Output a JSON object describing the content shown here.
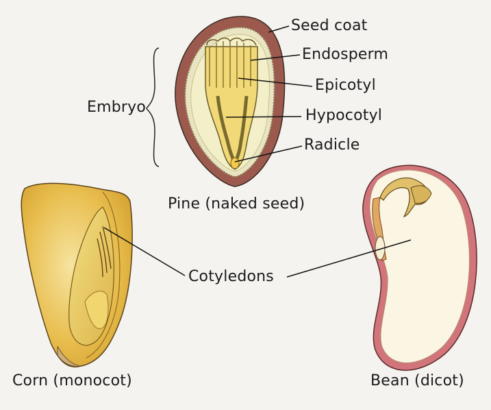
{
  "labels": {
    "seed_coat": "Seed coat",
    "endosperm": "Endosperm",
    "epicotyl": "Epicotyl",
    "hypocotyl": "Hypocotyl",
    "radicle": "Radicle",
    "embryo": "Embryo",
    "cotyledons": "Cotyledons"
  },
  "captions": {
    "pine": "Pine (naked seed)",
    "corn": "Corn (monocot)",
    "bean": "Bean (dicot)"
  },
  "colors": {
    "background": "#f4f3f0",
    "seed_coat": "#9c5a4e",
    "endosperm_pine": "#f2efc9",
    "corn_kernel": "#e8b947",
    "bean_coat": "#d1757a",
    "bean_cotyledon": "#fbf5e3",
    "embryo": "#ecd061"
  }
}
